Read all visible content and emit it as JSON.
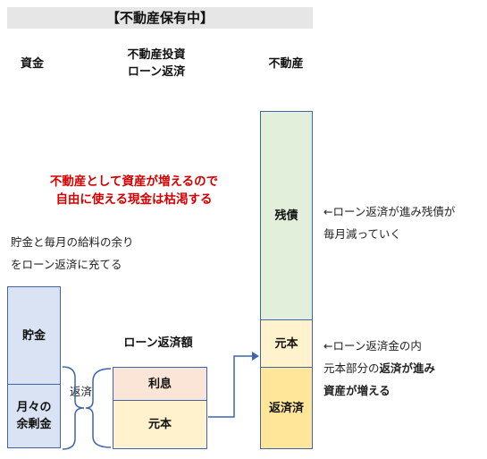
{
  "title": "【不動産保有中】",
  "headers": {
    "funds": "資金",
    "repayment_line1": "不動産投資",
    "repayment_line2": "ローン返済",
    "property": "不動産"
  },
  "center_note": {
    "line1": "不動産として資産が増えるので",
    "line2": "自由に使える現金は枯渇する"
  },
  "left_note": {
    "line1": "貯金と毎月の給料の余り",
    "line2": "をローン返済に充てる"
  },
  "left_boxes": {
    "savings": "貯金",
    "surplus_line1": "月々の",
    "surplus_line2": "余剰金"
  },
  "bracket_label": "返済",
  "loan": {
    "title": "ローン返済額",
    "interest": "利息",
    "principal": "元本"
  },
  "property_boxes": {
    "remaining_debt": "残債",
    "principal": "元本",
    "repaid": "返済済"
  },
  "right_note1": {
    "line1": "←ローン返済が進み残債が",
    "line2": "毎月減っていく"
  },
  "right_note2": {
    "line1": "←ローン返済金の内",
    "line2_plain": "元本部分の",
    "line2_bold": "返済が進み",
    "line3": "資産が増える"
  },
  "colors": {
    "blue_fill": "#dae3f3",
    "green_fill": "#e2efda",
    "yellow_light": "#fff2cc",
    "yellow_dark": "#ffe699",
    "peach": "#fbe5d6",
    "border": "#3f64a8",
    "red_text": "#d40000",
    "title_bg": "#e6e6e6"
  }
}
